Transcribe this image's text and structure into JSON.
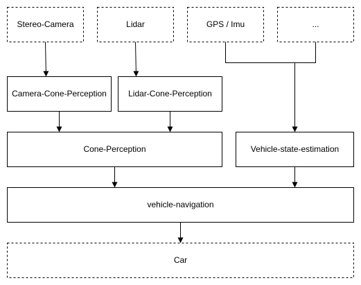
{
  "diagram": {
    "nodes": {
      "stereo_camera": "Stereo-Camera",
      "lidar": "Lidar",
      "gps_imu": "GPS / Imu",
      "ellipsis": "...",
      "camera_cone_perception": "Camera-Cone-Perception",
      "lidar_cone_perception": "Lidar-Cone-Perception",
      "cone_perception": "Cone-Perception",
      "vehicle_state_estimation": "Vehicle-state-estimation",
      "vehicle_navigation": "vehicle-navigation",
      "car": "Car"
    },
    "colors": {
      "line": "#000000",
      "fill": "#ffffff",
      "text": "#000000"
    }
  }
}
